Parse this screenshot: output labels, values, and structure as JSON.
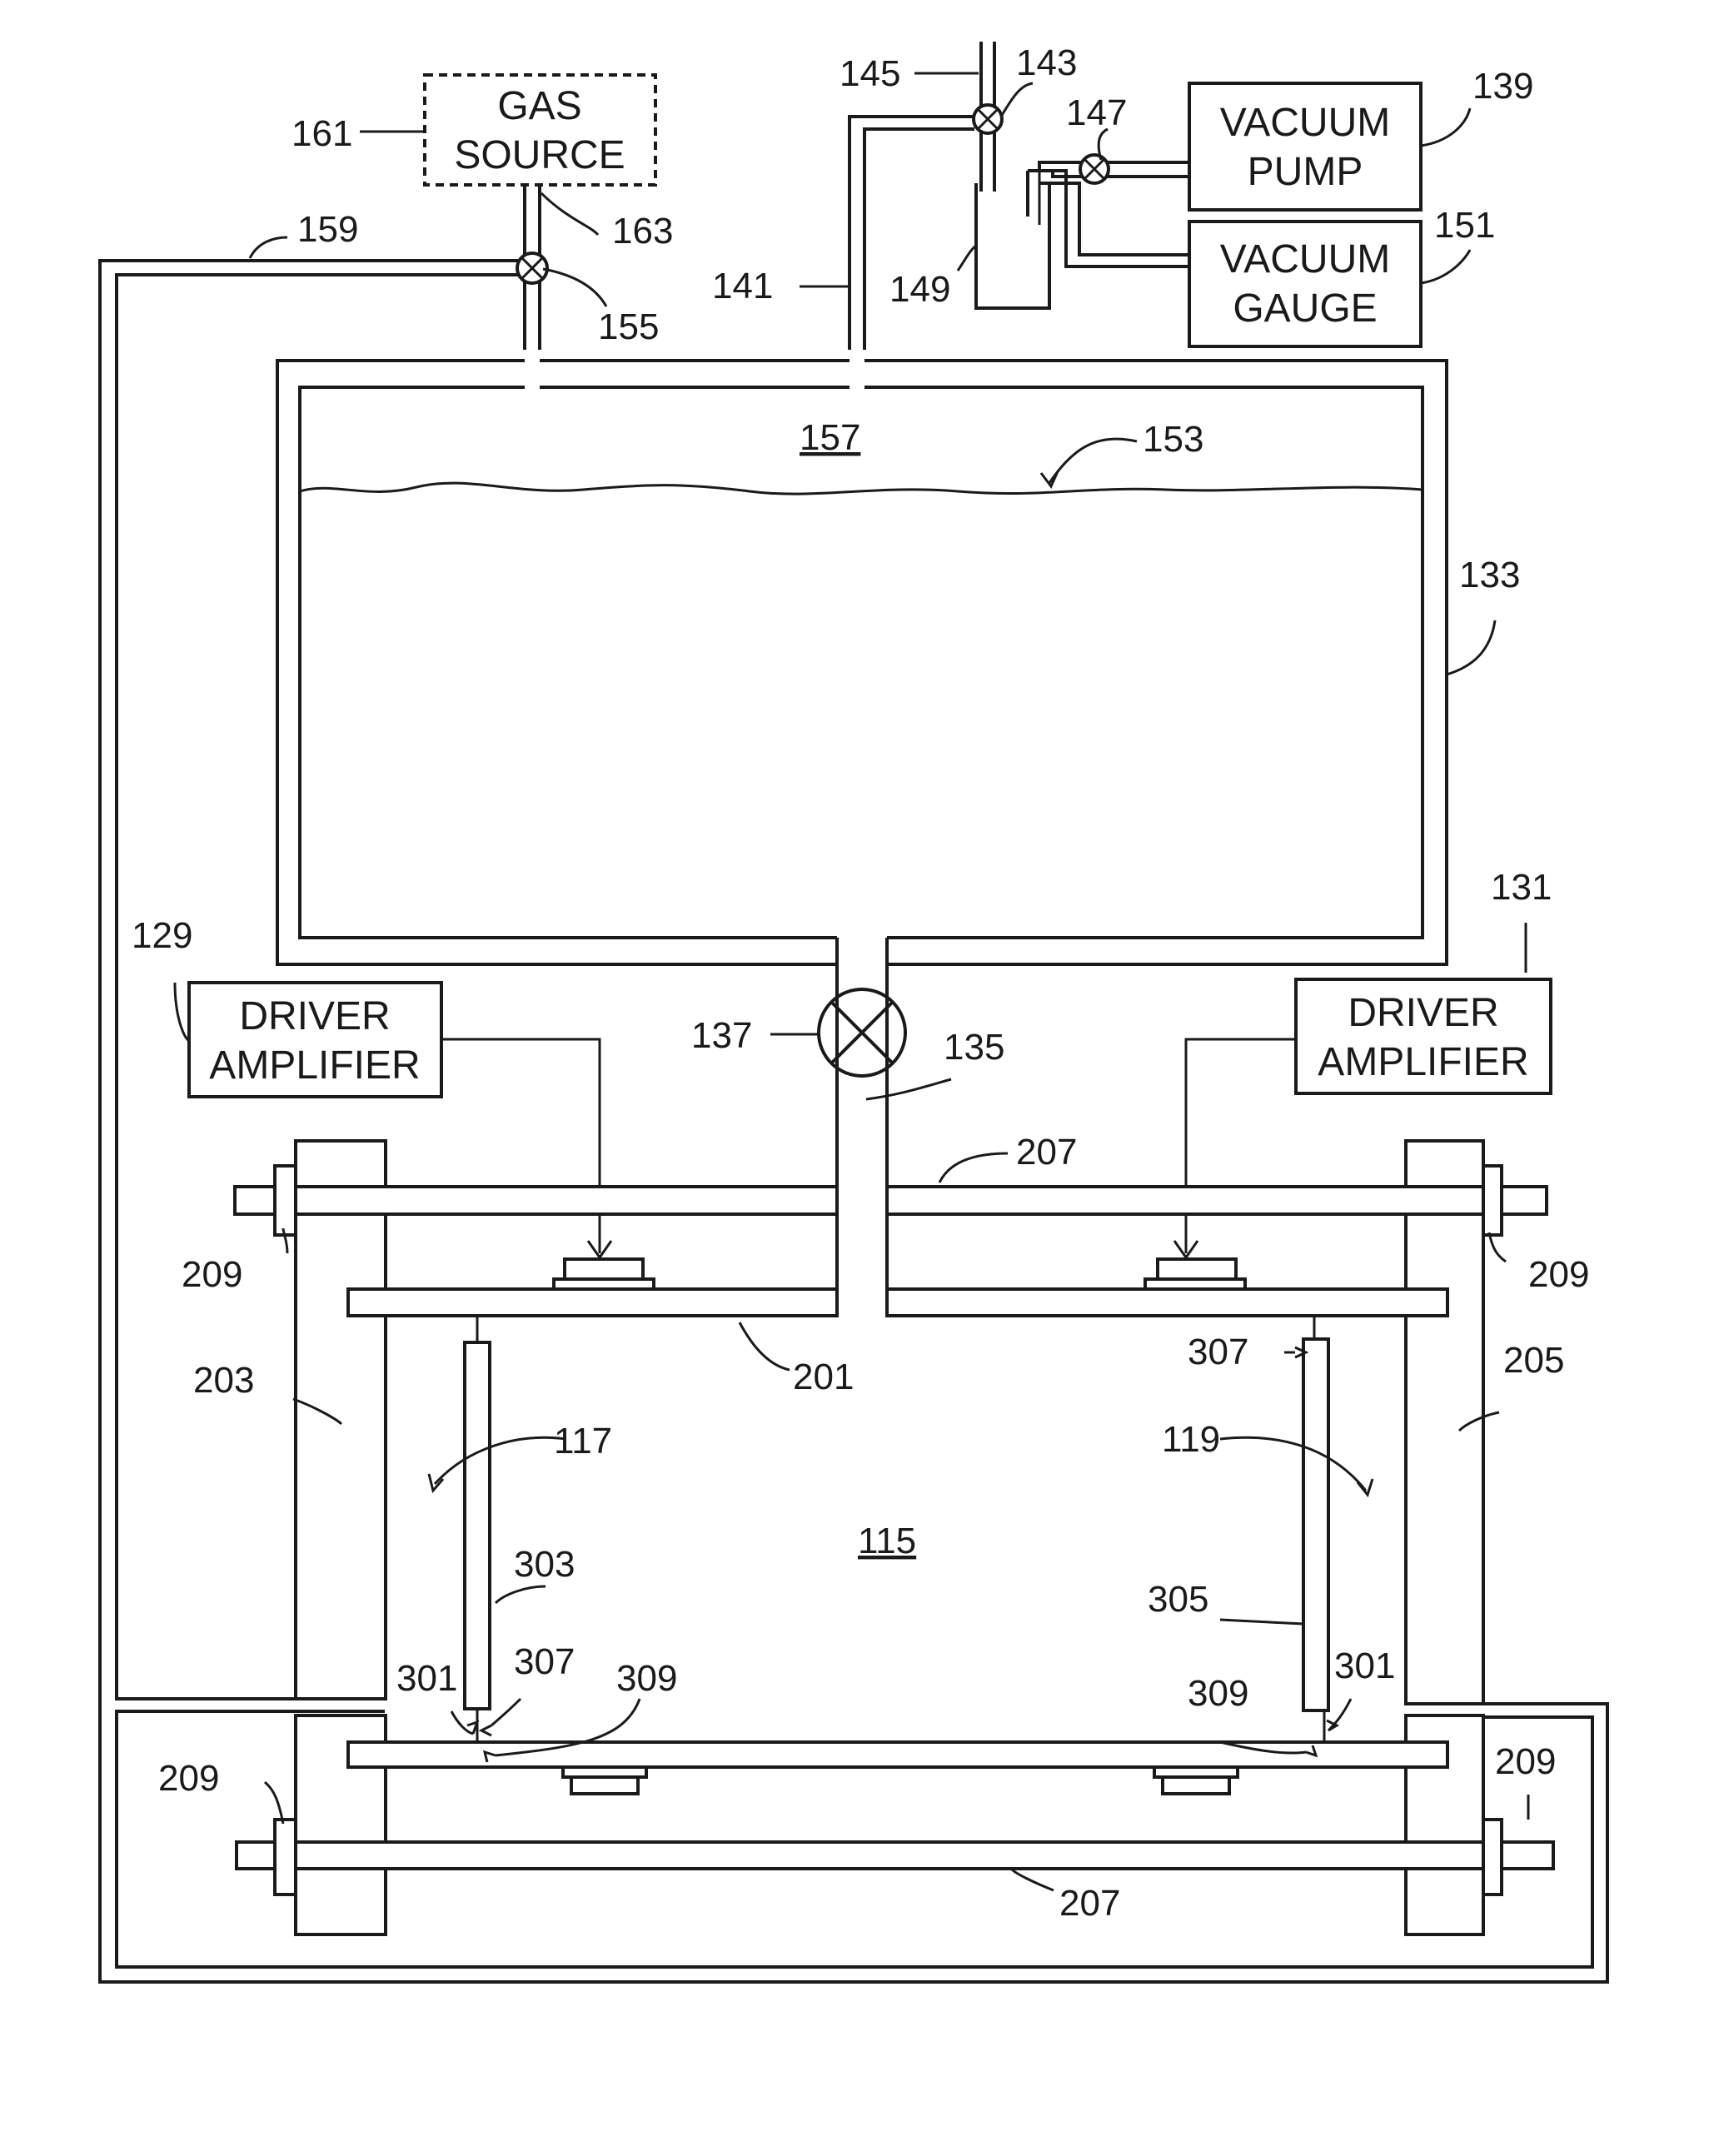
{
  "boxes": {
    "gas_source": [
      "GAS",
      "SOURCE"
    ],
    "vacuum_pump": [
      "VACUUM",
      "PUMP"
    ],
    "vacuum_gauge": [
      "VACUUM",
      "GAUGE"
    ],
    "driver_left": [
      "DRIVER",
      "AMPLIFIER"
    ],
    "driver_right": [
      "DRIVER",
      "AMPLIFIER"
    ]
  },
  "labels": {
    "l161": "161",
    "l163": "163",
    "l159": "159",
    "l155": "155",
    "l145": "145",
    "l143": "143",
    "l147": "147",
    "l139": "139",
    "l151": "151",
    "l141": "141",
    "l149": "149",
    "l157": "157",
    "l153": "153",
    "l133": "133",
    "l129": "129",
    "l131": "131",
    "l137": "137",
    "l135": "135",
    "l207a": "207",
    "l207b": "207",
    "l209a": "209",
    "l209b": "209",
    "l209c": "209",
    "l209d": "209",
    "l201": "201",
    "l203": "203",
    "l205": "205",
    "l307a": "307",
    "l307b": "307",
    "l117": "117",
    "l119": "119",
    "l115": "115",
    "l303": "303",
    "l305": "305",
    "l301a": "301",
    "l301b": "301",
    "l309a": "309",
    "l309b": "309"
  }
}
